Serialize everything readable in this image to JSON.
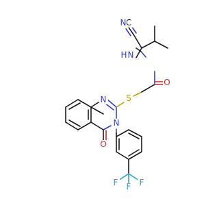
{
  "atoms": {
    "c_nitrile": "C",
    "n_nitrile": "N",
    "n_amide": "N",
    "h_amide": "H",
    "o_amide": "O",
    "s_thioether": "S",
    "n_ring1": "N",
    "n_ring3": "N",
    "o_ring": "O",
    "f1": "F",
    "f2": "F",
    "f3": "F"
  },
  "colors": {
    "carbon": "#1a1a1a",
    "nitrogen": "#2f3fd6",
    "oxygen": "#e01f1f",
    "sulfur": "#b8a300",
    "fluorine": "#22a6c9"
  }
}
